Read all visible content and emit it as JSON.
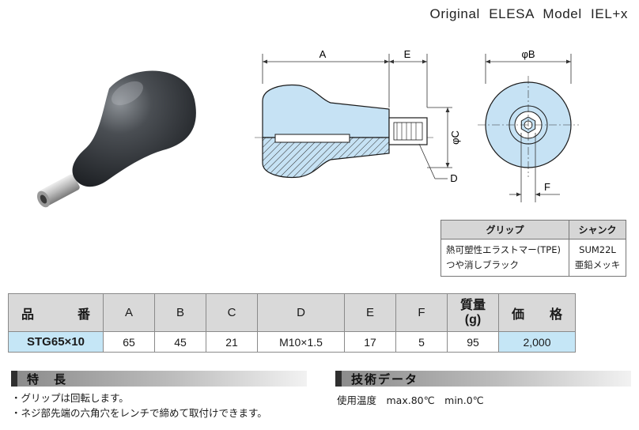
{
  "header": {
    "title": "Original  ELESA  Model  IEL+x"
  },
  "drawing": {
    "dim_a": "A",
    "dim_e": "E",
    "dim_phi_b": "φB",
    "dim_phi_c": "φC",
    "dim_d": "D",
    "dim_f": "F",
    "colors": {
      "part_fill": "#c6e2f4",
      "outline": "#1a1a1a",
      "dim_line": "#333333"
    }
  },
  "material_table": {
    "headers": [
      "グリップ",
      "シャンク"
    ],
    "grip_line1": "熱可塑性エラストマー(TPE)",
    "grip_line2": "つや消しブラック",
    "shank_line1": "SUM22L",
    "shank_line2": "亜鉛メッキ"
  },
  "spec_table": {
    "headers": {
      "part_no_1": "品",
      "part_no_2": "番",
      "a": "A",
      "b": "B",
      "c": "C",
      "d": "D",
      "e": "E",
      "f": "F",
      "weight_1": "質量",
      "weight_2": "(g)",
      "price_1": "価",
      "price_2": "格"
    },
    "row": {
      "model": "STG65×10",
      "a": "65",
      "b": "45",
      "c": "21",
      "d": "M10×1.5",
      "e": "17",
      "f": "5",
      "weight": "95",
      "price": "2,000"
    },
    "colors": {
      "header_bg": "#d9d9d9",
      "highlight_bg": "#c5e6f6"
    }
  },
  "features": {
    "title": "特　長",
    "items": [
      "・グリップは回転します。",
      "・ネジ部先端の六角穴をレンチで締めて取付けできます。"
    ]
  },
  "tech_data": {
    "title": "技術データ",
    "text": "使用温度　max.80℃　min.0℃"
  }
}
